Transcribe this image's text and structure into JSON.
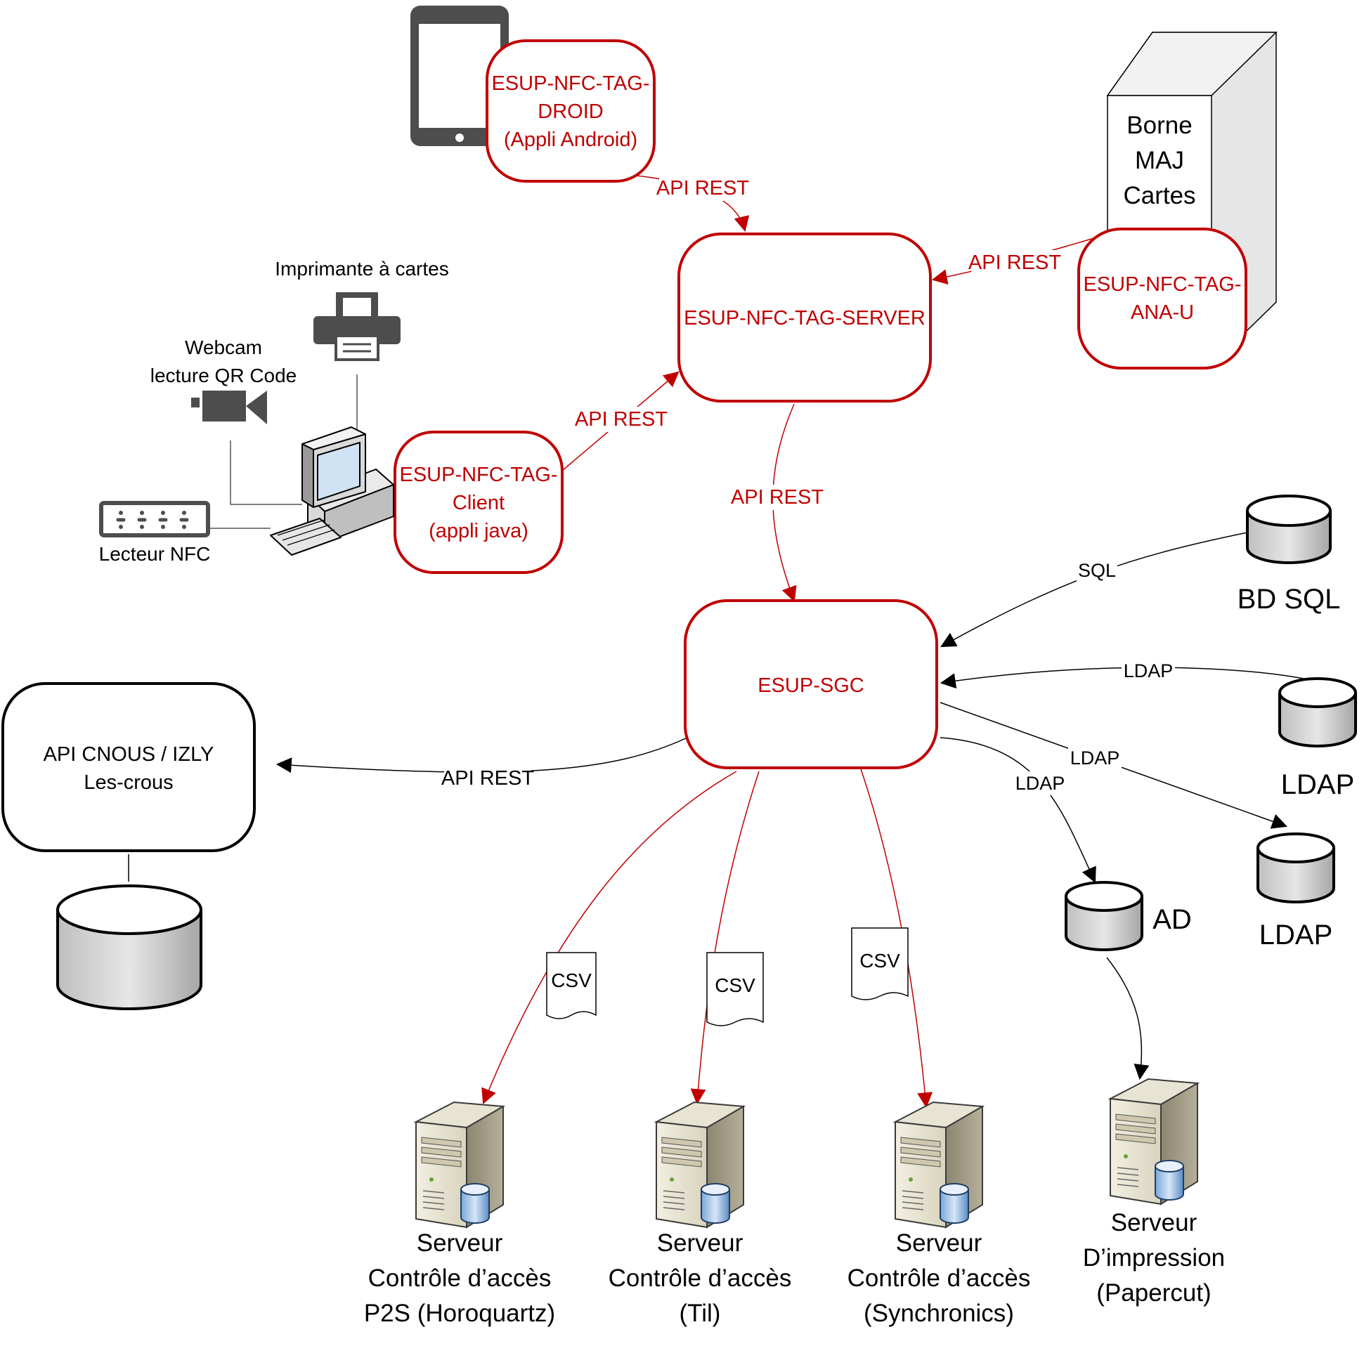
{
  "colors": {
    "accent_red": "#C00000",
    "line_black": "#000000",
    "device_gray": "#4D4D4D",
    "db_fill": "#D9D9D9"
  },
  "nodes": {
    "droid": {
      "lines": [
        "ESUP-NFC-TAG-",
        "DROID",
        "(Appli Android)"
      ]
    },
    "server": {
      "lines": [
        "ESUP-NFC-TAG-SERVER"
      ]
    },
    "anau": {
      "lines": [
        "ESUP-NFC-TAG-",
        "ANA-U"
      ]
    },
    "borne": {
      "lines": [
        "Borne",
        "MAJ",
        "Cartes"
      ]
    },
    "client": {
      "lines": [
        "ESUP-NFC-TAG-",
        "Client",
        "(appli java)"
      ]
    },
    "sgc": {
      "lines": [
        "ESUP-SGC"
      ]
    },
    "cnous": {
      "lines": [
        "API CNOUS / IZLY",
        "Les-crous"
      ]
    }
  },
  "devices": {
    "printer": {
      "label": "Imprimante à cartes",
      "icon": "printer-icon"
    },
    "webcam": {
      "lines": [
        "Webcam",
        "lecture QR Code"
      ],
      "icon": "webcam-icon"
    },
    "nfc_reader": {
      "label": "Lecteur NFC",
      "icon": "nfc-reader-icon"
    },
    "workstation": {
      "icon": "computer-icon"
    },
    "tablet": {
      "icon": "tablet-icon"
    }
  },
  "databases": {
    "bd_sql": {
      "label": "BD SQL"
    },
    "ldap1": {
      "label": "LDAP"
    },
    "ldap2": {
      "label": "LDAP"
    },
    "ad": {
      "label": "AD"
    }
  },
  "servers": [
    {
      "lines": [
        "Serveur",
        "Contrôle d’accès",
        "P2S (Horoquartz)"
      ]
    },
    {
      "lines": [
        "Serveur",
        "Contrôle d’accès",
        "(Til)"
      ]
    },
    {
      "lines": [
        "Serveur",
        "Contrôle d’accès",
        "(Synchronics)"
      ]
    },
    {
      "lines": [
        "Serveur",
        "D’impression",
        "(Papercut)"
      ]
    }
  ],
  "edge_labels": {
    "droid_server": "API REST",
    "anau_server": "API REST",
    "client_server": "API REST",
    "server_sgc": "API REST",
    "sgc_cnous": "API REST",
    "sql_sgc": "SQL",
    "ldap1_sgc": "LDAP",
    "sgc_ldap2": "LDAP",
    "sgc_ad": "LDAP"
  },
  "documents": [
    "CSV",
    "CSV",
    "CSV"
  ]
}
